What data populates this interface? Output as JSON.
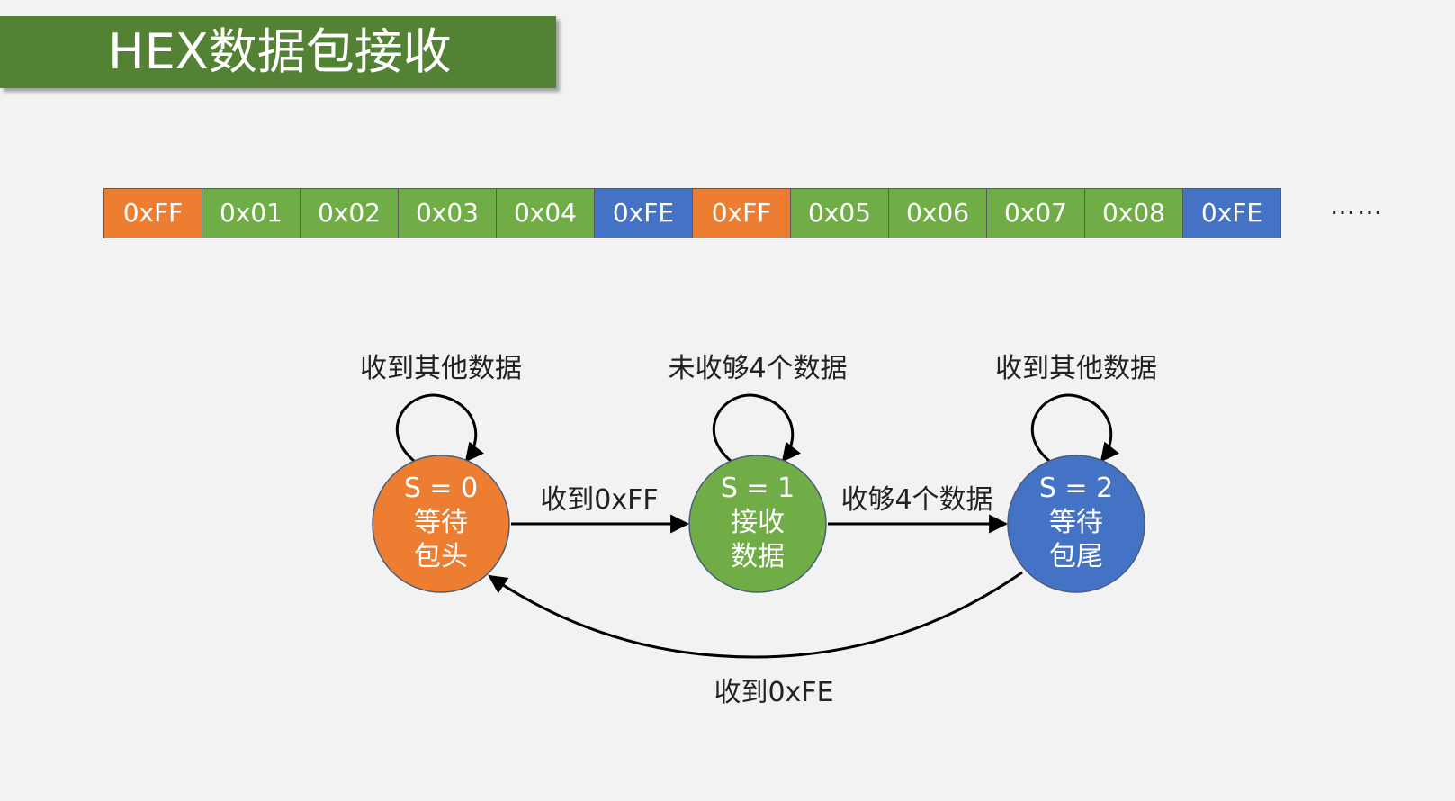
{
  "title": "HEX数据包接收",
  "colors": {
    "title_bg": "#548235",
    "header": "#ED7D31",
    "data": "#70AD47",
    "tail": "#4472C4"
  },
  "bytes": [
    {
      "text": "0xFF",
      "kind": "header"
    },
    {
      "text": "0x01",
      "kind": "data"
    },
    {
      "text": "0x02",
      "kind": "data"
    },
    {
      "text": "0x03",
      "kind": "data"
    },
    {
      "text": "0x04",
      "kind": "data"
    },
    {
      "text": "0xFE",
      "kind": "tail"
    },
    {
      "text": "0xFF",
      "kind": "header"
    },
    {
      "text": "0x05",
      "kind": "data"
    },
    {
      "text": "0x06",
      "kind": "data"
    },
    {
      "text": "0x07",
      "kind": "data"
    },
    {
      "text": "0x08",
      "kind": "data"
    },
    {
      "text": "0xFE",
      "kind": "tail"
    }
  ],
  "ellipsis": "……",
  "states": [
    {
      "line1": "S = 0",
      "line2": "等待",
      "line3": "包头",
      "kind": "header"
    },
    {
      "line1": "S = 1",
      "line2": "接收",
      "line3": "数据",
      "kind": "data"
    },
    {
      "line1": "S = 2",
      "line2": "等待",
      "line3": "包尾",
      "kind": "tail"
    }
  ],
  "self_loops": [
    "收到其他数据",
    "未收够4个数据",
    "收到其他数据"
  ],
  "transitions": {
    "s0_to_s1": "收到0xFF",
    "s1_to_s2": "收够4个数据",
    "s2_to_s0": "收到0xFE"
  }
}
